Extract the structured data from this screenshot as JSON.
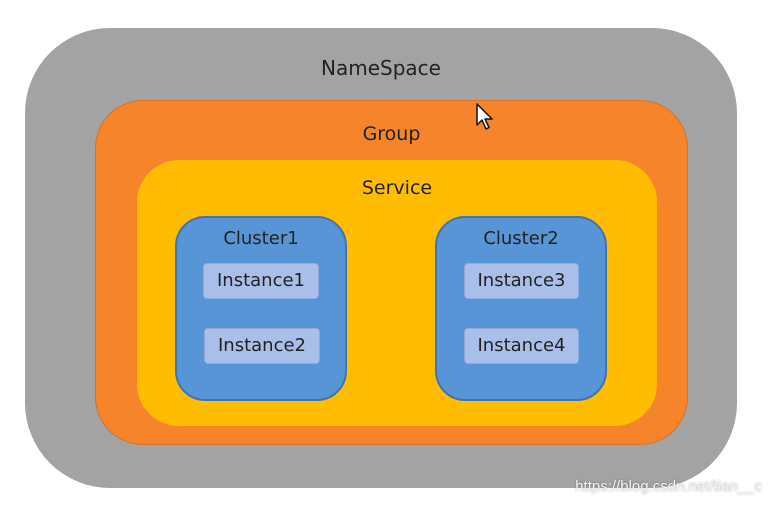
{
  "diagram": {
    "namespace": {
      "label": "NameSpace"
    },
    "group": {
      "label": "Group"
    },
    "service": {
      "label": "Service"
    },
    "clusters": [
      {
        "label": "Cluster1",
        "instances": [
          "Instance1",
          "Instance2"
        ]
      },
      {
        "label": "Cluster2",
        "instances": [
          "Instance3",
          "Instance4"
        ]
      }
    ]
  },
  "watermark": "https://blog.csdn.net/tian__c",
  "colors": {
    "namespace": "#a3a3a3",
    "group": "#f5842a",
    "service": "#ffbc01",
    "cluster": "#5895d6",
    "instance": "#a9bfe9"
  },
  "icons": {
    "cursor": "mouse-pointer-icon"
  }
}
